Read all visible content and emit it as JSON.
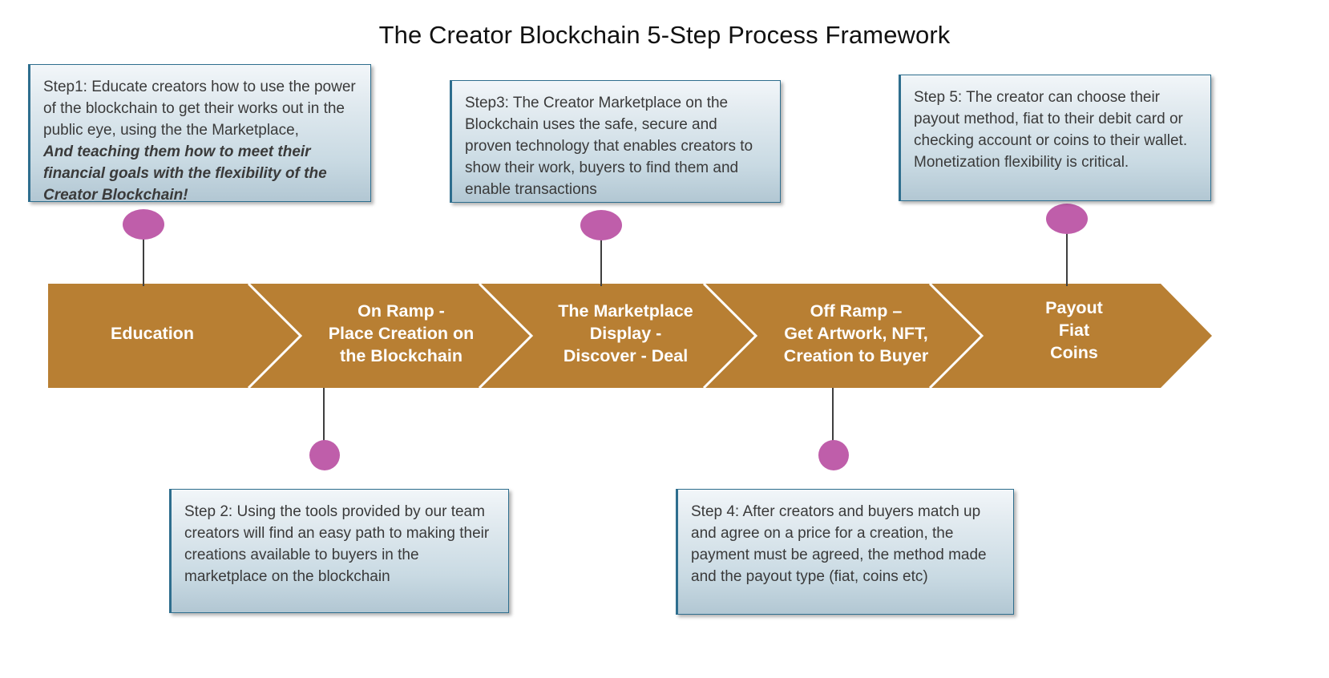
{
  "title": "The Creator Blockchain 5-Step Process Framework",
  "colors": {
    "banner": "#b87f33",
    "connector_dot": "#bf5eaa",
    "callout_border": "#2e6e8e",
    "connector_line": "#3f3f3f",
    "banner_label_text": "#ffffff",
    "callout_text": "#3a3a3a"
  },
  "process": {
    "segments": [
      {
        "id": "education",
        "label": "Education"
      },
      {
        "id": "on-ramp",
        "label": "On Ramp -\nPlace Creation on\nthe Blockchain"
      },
      {
        "id": "marketplace",
        "label": "The Marketplace\nDisplay -\nDiscover - Deal"
      },
      {
        "id": "off-ramp",
        "label": "Off Ramp –\nGet Artwork, NFT,\nCreation to Buyer"
      },
      {
        "id": "payout",
        "label": "Payout\nFiat\nCoins"
      }
    ]
  },
  "callouts": {
    "step1": {
      "plain": "Step1: Educate creators how to use the power of the blockchain to get their works out in the public eye, using the the Marketplace,",
      "emphasis": "And teaching them how to meet their financial goals with the flexibility of the Creator Blockchain!"
    },
    "step2": {
      "text": "Step 2: Using the tools provided by our team creators will find an easy path to making their creations available to buyers in the marketplace on the blockchain"
    },
    "step3": {
      "text": "Step3: The Creator Marketplace on the Blockchain uses the safe, secure and proven technology that enables creators to show their work, buyers to find them and enable transactions"
    },
    "step4": {
      "text": "Step 4: After creators and buyers match up and agree on a price for a creation, the payment must be agreed, the method made and the payout type (fiat, coins etc)"
    },
    "step5": {
      "text": "Step 5: The creator can choose their payout method, fiat to their debit card or checking account or coins to their wallet. Monetization flexibility is critical."
    }
  }
}
